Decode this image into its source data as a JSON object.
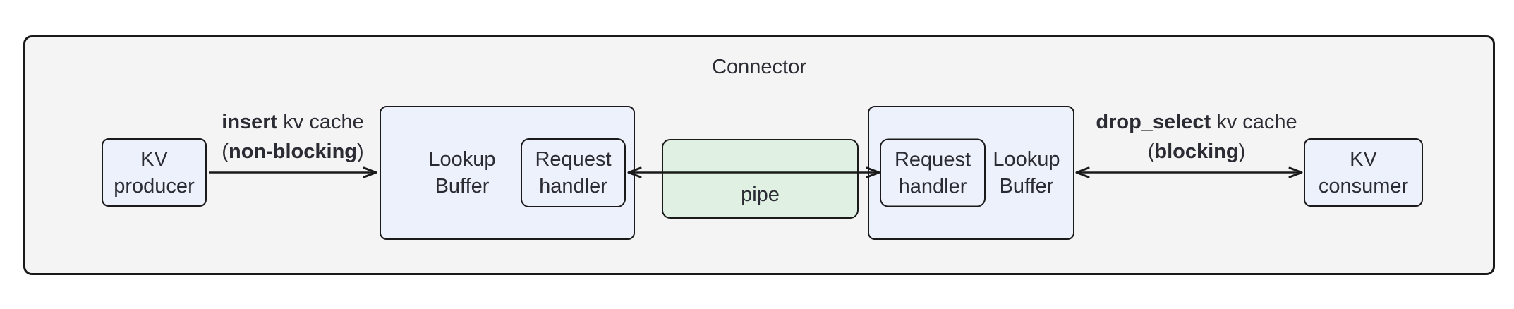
{
  "diagram": {
    "title": "Connector"
  },
  "colors": {
    "page_bg": "#ffffff",
    "container_fill": "#f4f4f4",
    "node_fill": "#edf1fb",
    "pipe_fill": "#e0f1e4",
    "border": "#1a1a1a",
    "text": "#2b2b33"
  },
  "nodes": {
    "kv_producer": {
      "line1": "KV",
      "line2": "producer"
    },
    "lookup_buffer_left": {
      "line1": "Lookup",
      "line2": "Buffer"
    },
    "request_handler_left": {
      "line1": "Request",
      "line2": "handler"
    },
    "pipe": {
      "label": "pipe"
    },
    "request_handler_right": {
      "line1": "Request",
      "line2": "handler"
    },
    "lookup_buffer_right": {
      "line1": "Lookup",
      "line2": "Buffer"
    },
    "kv_consumer": {
      "line1": "KV",
      "line2": "consumer"
    }
  },
  "edges": {
    "insert": {
      "op": "insert",
      "suffix": " kv cache",
      "paren_open": "(",
      "mode": "non-blocking",
      "paren_close": ")"
    },
    "drop_select": {
      "op": "drop_select",
      "suffix": " kv cache",
      "paren_open": "(",
      "mode": "blocking",
      "paren_close": ")"
    }
  }
}
